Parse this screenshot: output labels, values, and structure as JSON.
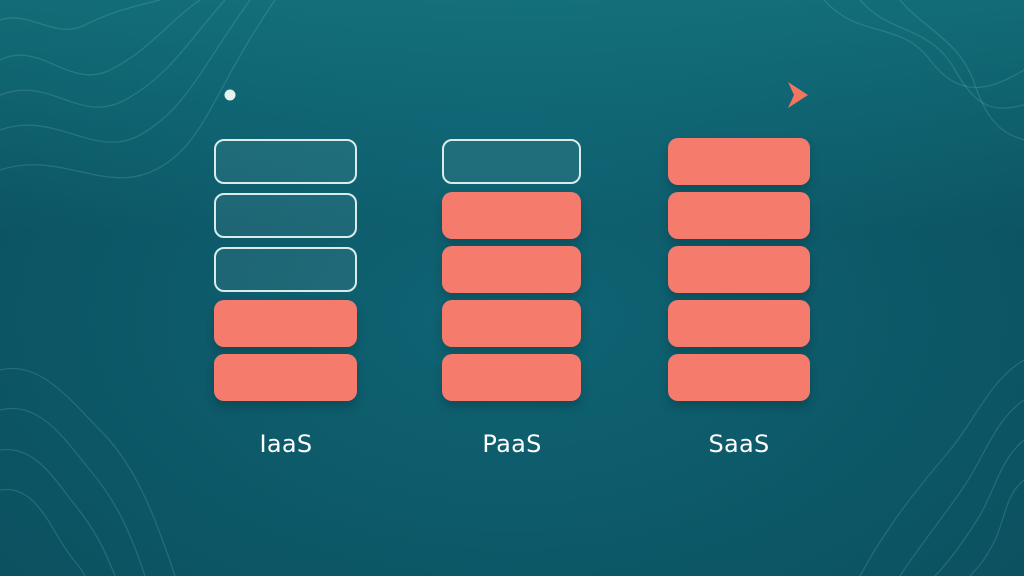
{
  "colors": {
    "filled": "#f57c6c",
    "outline": "#d8ece9",
    "arrow_start": "#e6f2ec",
    "arrow_end": "#f27560",
    "background": "#0d5a6a"
  },
  "columns": [
    {
      "label": "IaaS",
      "layers": [
        "empty",
        "empty",
        "empty",
        "filled",
        "filled"
      ]
    },
    {
      "label": "PaaS",
      "layers": [
        "empty",
        "filled",
        "filled",
        "filled",
        "filled"
      ]
    },
    {
      "label": "SaaS",
      "layers": [
        "filled",
        "filled",
        "filled",
        "filled",
        "filled"
      ]
    }
  ]
}
